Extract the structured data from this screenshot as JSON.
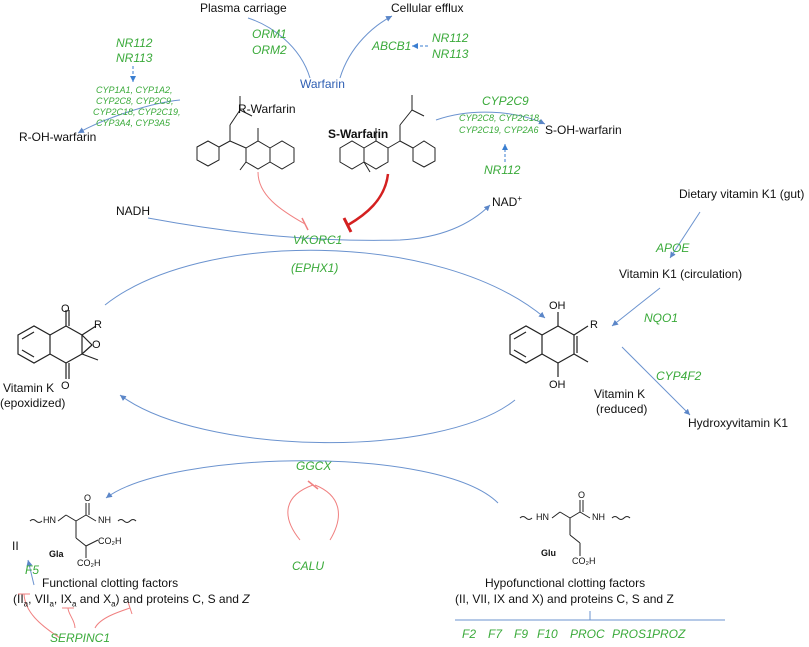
{
  "top": {
    "plasma_carriage": "Plasma carriage",
    "cellular_efflux": "Cellular efflux",
    "orm1": "ORM1",
    "orm2": "ORM2",
    "abcb1": "ABCB1",
    "nr112_right": "NR112",
    "nr113_right": "NR113",
    "warfarin": "Warfarin"
  },
  "left_metabolism": {
    "nr112": "NR112",
    "nr113": "NR113",
    "cyp_lines": [
      "CYP1A1, CYP1A2,",
      "CYP2C8, CYP2C9,",
      "CYP2C18, CYP2C19,",
      "CYP3A4, CYP3A5"
    ],
    "product": "R-OH-warfarin",
    "r_warfarin": "R-Warfarin"
  },
  "right_metabolism": {
    "s_warfarin": "S-Warfarin",
    "cyp2c9": "CYP2C9",
    "cyp_lines": [
      "CYP2C8, CYP2C18,",
      "CYP2C19, CYP2A6"
    ],
    "product": "S-OH-warfarin",
    "nr112": "NR112"
  },
  "cycle": {
    "nadh": "NADH",
    "nad": "NAD",
    "nad_sup": "+",
    "vkorc1": "VKORC1",
    "ephx1": "(EPHX1)",
    "vk_epox_1": "Vitamin K",
    "vk_epox_2": "(epoxidized)",
    "vk_red_1": "Vitamin K",
    "vk_red_2": "(reduced)",
    "ggcx": "GGCX",
    "calu": "CALU"
  },
  "dietary": {
    "dietary": "Dietary vitamin K1 (gut)",
    "apoe": "APOE",
    "circulation": "Vitamin K1 (circulation)",
    "nqo1": "NQO1",
    "cyp4f2": "CYP4F2",
    "hydroxy": "Hydroxyvitamin K1"
  },
  "structures": {
    "o": "O",
    "oh": "OH",
    "r": "R",
    "hn": "HN",
    "nh": "NH",
    "co2h": "CO₂H",
    "gla": "Gla",
    "glu": "Glu"
  },
  "bottom_left": {
    "ii": "II",
    "f5": "F5",
    "functional": "Functional clotting factors",
    "serpinc1": "SERPINC1"
  },
  "bottom_right": {
    "hypofunctional": "Hypofunctional clotting factors",
    "factors_line": "(II, VII, IX and X) and proteins C, S and Z",
    "genes": [
      "F2",
      "F7",
      "F9",
      "F10",
      "PROC",
      "PROS1",
      "PROZ"
    ]
  }
}
